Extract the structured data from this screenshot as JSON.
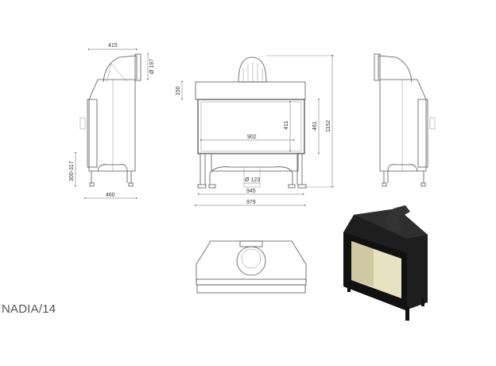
{
  "model_name": "NADIA/14",
  "dimensions": {
    "side_depth_top": "415",
    "flue_diameter": "Ø 197",
    "leg_height": "300-317",
    "side_depth_bottom": "460",
    "top_height": "150",
    "glass_height": "411",
    "door_height": "461",
    "total_height": "1152",
    "glass_width": "902",
    "air_inlet_diameter": "Ø 123",
    "inner_width": "945",
    "total_width": "979"
  },
  "colors": {
    "line": "#555555",
    "body": "#1e1e1e",
    "glass": "#e8e2c0"
  }
}
